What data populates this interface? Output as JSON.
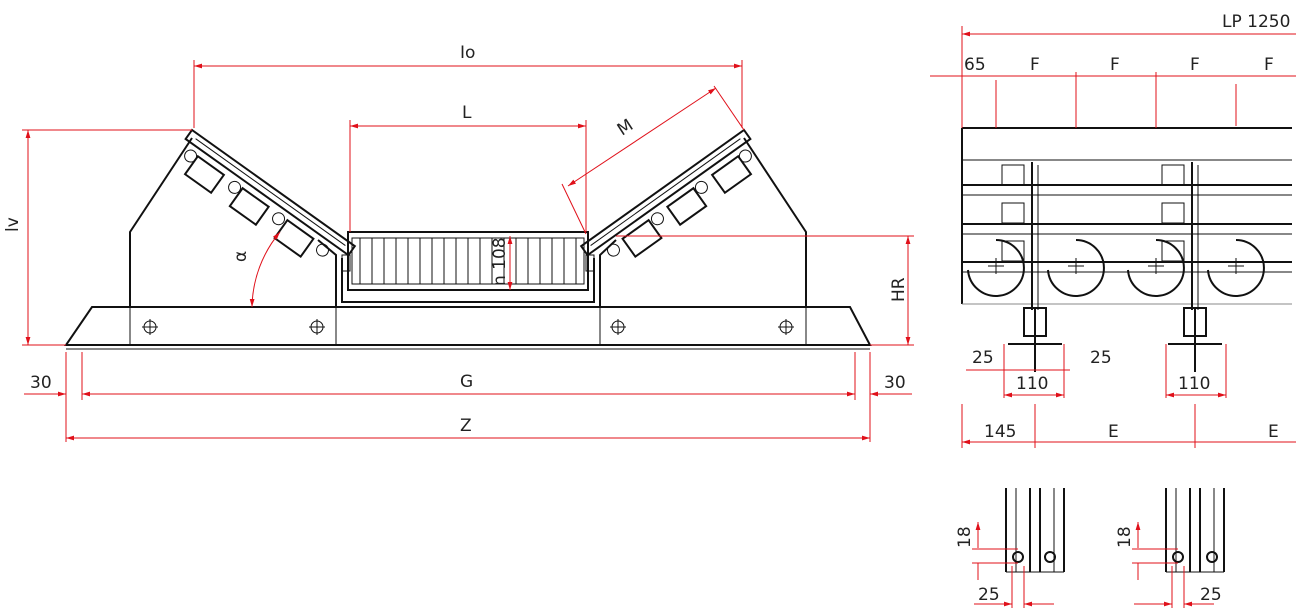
{
  "labels": {
    "io": "Io",
    "lv": "lv",
    "l": "L",
    "m": "M",
    "alpha": "α",
    "n108": "n 108",
    "hr": "HR",
    "g": "G",
    "z": "Z",
    "thirty_left": "30",
    "thirty_right": "30",
    "lp": "LP 1250",
    "sixtyfive": "65",
    "f": "F",
    "e": "E",
    "d25": "25",
    "d110": "110",
    "d145": "145",
    "d18": "18"
  },
  "colors": {
    "dimension": "#e0101a",
    "outline": "#111111"
  }
}
